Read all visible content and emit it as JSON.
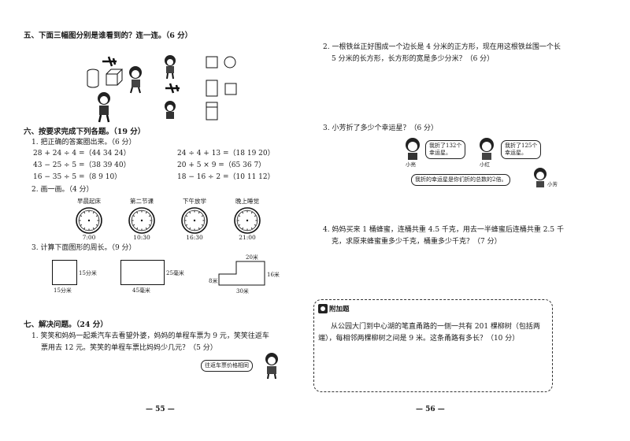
{
  "left": {
    "q5": {
      "title": "五、下面三幅图分别是谁看到的？连一连。（6 分）"
    },
    "q6": {
      "title": "六、按要求完成下列各题。（19 分）",
      "p1": {
        "title": "1. 把正确的答案圈出来。（6 分）",
        "items": [
          "28 + 24 ÷ 4 =（44   34   24）",
          "24 ÷ 4 + 13 =（18   19   20）",
          "43 − 25 ÷ 5 =（38   39   40）",
          "20 + 5 × 9 =（65   36   7）",
          "16 − 35 ÷ 5 =（8   9   10）",
          "18 − 16 ÷ 2 =（10   11   12）"
        ]
      },
      "p2": {
        "title": "2. 画一画。（4 分）",
        "clocks": [
          {
            "top": "早晨起床",
            "bottom": "7:00"
          },
          {
            "top": "第二节课",
            "bottom": "10:30"
          },
          {
            "top": "下午放学",
            "bottom": "16:30"
          },
          {
            "top": "晚上睡觉",
            "bottom": "21:00"
          }
        ]
      },
      "p3": {
        "title": "3. 计算下面图形的周长。（9 分）",
        "square": {
          "side": "15分米",
          "bottom": "15分米"
        },
        "rect": {
          "side": "25毫米",
          "bottom": "45毫米"
        },
        "shape": {
          "top": "20米",
          "left": "8米",
          "right": "16米",
          "bottom": "30米"
        }
      }
    },
    "q7": {
      "title": "七、解决问题。（24 分）",
      "p1_line1": "1. 笑笑和妈妈一起乘汽车去看望外婆，妈妈的单程车票为 9 元，笑笑往返车",
      "p1_line2": "票用去 12 元。笑笑的单程车票比妈妈少几元？（5 分）",
      "bubble": "往返车票价格相同"
    },
    "page_number": "— 55 —"
  },
  "right": {
    "p2_line1": "2. 一根铁丝正好围成一个边长是 4 分米的正方形，现在用这根铁丝围一个长",
    "p2_line2": "5 分米的长方形，长方形的宽是多少分米？（6 分）",
    "p3_title": "3. 小芳折了多少个幸运星？（6 分）",
    "xiaoliang_bubble": [
      "我折了132个",
      "幸运星。"
    ],
    "xiaoliang_name": "小亮",
    "xiaohong_bubble": [
      "我折了125个",
      "幸运星。"
    ],
    "xiaohong_name": "小红",
    "xiaofang_bubble": "我折的幸运星是你们折的总数的2倍。",
    "xiaofang_name": "小芳",
    "p4_line1": "4. 妈妈买来 1 桶蜂蜜，连桶共重 4.5 千克，用去一半蜂蜜后连桶共重 2.5 千",
    "p4_line2": "克，求原来蜂蜜重多少千克，桶重多少千克？（7 分）",
    "bonus": {
      "label": "附加题",
      "line1": "从公园大门到中心湖的笔直甬路的一侧一共有 201 棵柳树（包括两",
      "line2": "端），每相邻两棵柳树之间是 9 米。这条甬路有多长？（10 分）"
    },
    "page_number": "— 56 —"
  }
}
